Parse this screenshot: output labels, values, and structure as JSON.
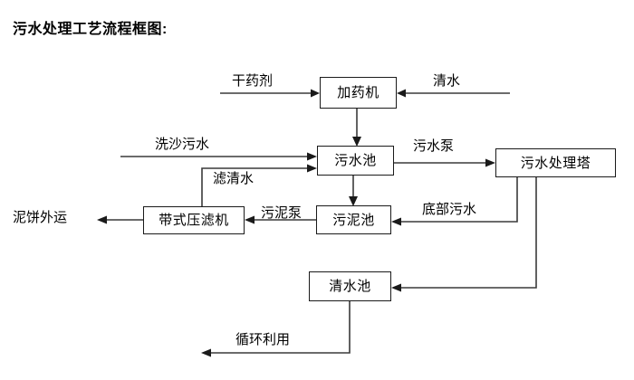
{
  "title": "污水处理工艺流程框图:",
  "diagram": {
    "type": "flowchart",
    "nodes": [
      {
        "id": "dosing-machine",
        "label": "加药机"
      },
      {
        "id": "sewage-pool",
        "label": "污水池"
      },
      {
        "id": "sewage-treatment-tower",
        "label": "污水处理塔"
      },
      {
        "id": "belt-filter-press",
        "label": "带式压滤机"
      },
      {
        "id": "sludge-pool",
        "label": "污泥池"
      },
      {
        "id": "clean-water-pool",
        "label": "清水池"
      }
    ],
    "edge_labels": [
      {
        "id": "dry-agent",
        "label": "干药剂"
      },
      {
        "id": "clean-water-in",
        "label": "清水"
      },
      {
        "id": "sand-washing-sewage",
        "label": "洗沙污水"
      },
      {
        "id": "filtered-clear-water",
        "label": "滤清水"
      },
      {
        "id": "sewage-pump",
        "label": "污水泵"
      },
      {
        "id": "mud-cake-transport",
        "label": "泥饼外运"
      },
      {
        "id": "sludge-pump",
        "label": "污泥泵"
      },
      {
        "id": "bottom-sewage",
        "label": "底部污水"
      },
      {
        "id": "recycling-reuse",
        "label": "循环利用"
      }
    ],
    "connections": [
      {
        "from": "干药剂",
        "to": "加药机"
      },
      {
        "from": "清水",
        "to": "加药机"
      },
      {
        "from": "加药机",
        "to": "污水池"
      },
      {
        "from": "洗沙污水",
        "to": "污水池"
      },
      {
        "from": "带式压滤机",
        "to": "污水池",
        "label": "滤清水"
      },
      {
        "from": "污水池",
        "to": "污水处理塔",
        "label": "污水泵"
      },
      {
        "from": "污水池",
        "to": "污泥池"
      },
      {
        "from": "污泥池",
        "to": "带式压滤机",
        "label": "污泥泵"
      },
      {
        "from": "带式压滤机",
        "to": "泥饼外运"
      },
      {
        "from": "污水处理塔",
        "to": "污泥池",
        "label": "底部污水"
      },
      {
        "from": "污水处理塔",
        "to": "清水池"
      },
      {
        "from": "清水池",
        "to": "循环利用"
      }
    ]
  }
}
